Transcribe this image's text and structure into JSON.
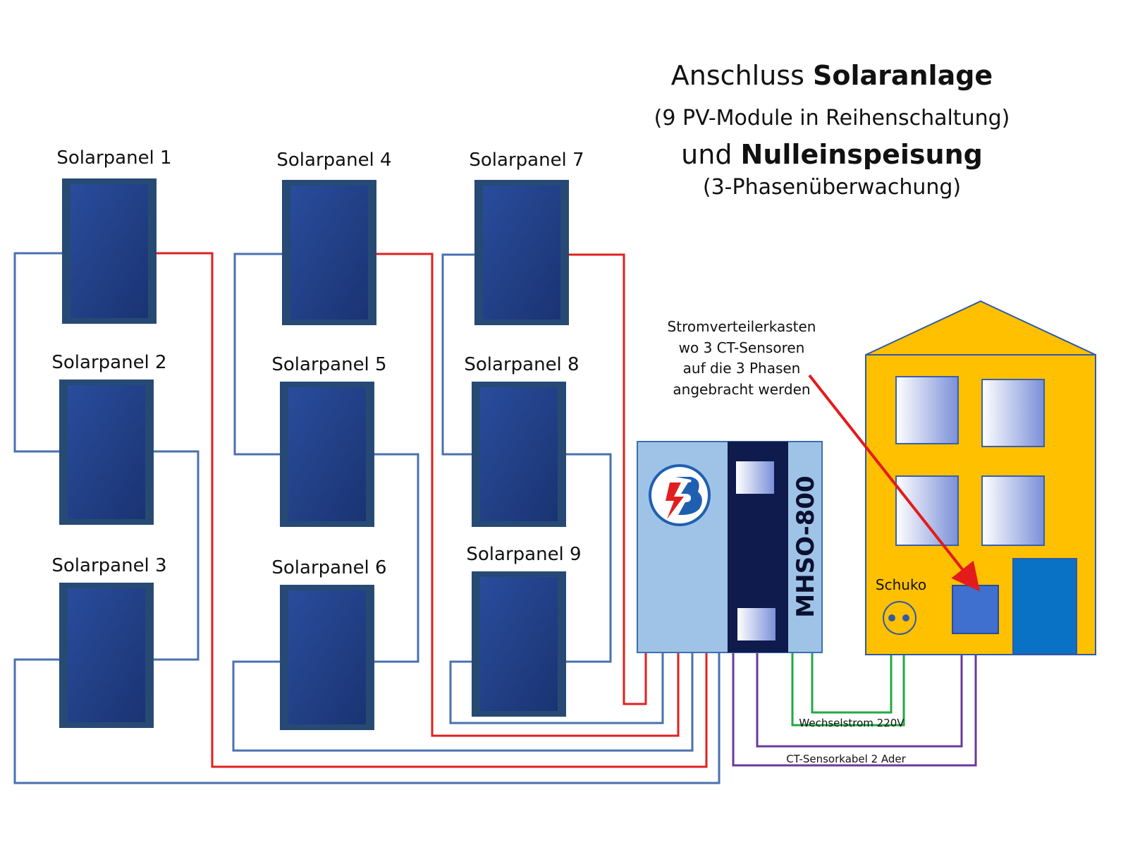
{
  "title": {
    "line1_normal": "Anschluss ",
    "line1_bold": "Solaranlage",
    "line2": "(9 PV-Module in Reihenschaltung)",
    "line3_normal": "und ",
    "line3_bold": "Nulleinspeisung",
    "line4": "(3-Phasenüberwachung)"
  },
  "panels": [
    "Solarpanel 1",
    "Solarpanel 2",
    "Solarpanel 3",
    "Solarpanel 4",
    "Solarpanel 5",
    "Solarpanel 6",
    "Solarpanel 7",
    "Solarpanel 8",
    "Solarpanel 9"
  ],
  "annotation": {
    "lines": [
      "Stromverteilerkasten",
      "wo 3 CT-Sensoren",
      "auf die 3 Phasen",
      "angebracht werden"
    ]
  },
  "device": {
    "model": "MHSO-800",
    "logo_icon": "lightning-b-logo-icon"
  },
  "house": {
    "socket_label": "Schuko"
  },
  "cables": {
    "ac": "Wechselstrom 220V",
    "ct": "CT-Sensorkabel  2 Ader"
  },
  "colors": {
    "panel_frame": "#274a75",
    "panel_cell": "#213f8a",
    "wire_positive": "#e02020",
    "wire_negative": "#4a70b0",
    "wire_ac": "#22aa44",
    "wire_ct": "#6a3a9a",
    "house": "#ffc000",
    "device_body": "#9fc3e6",
    "device_core": "#0f1a4d",
    "arrow": "#e31b1b"
  }
}
